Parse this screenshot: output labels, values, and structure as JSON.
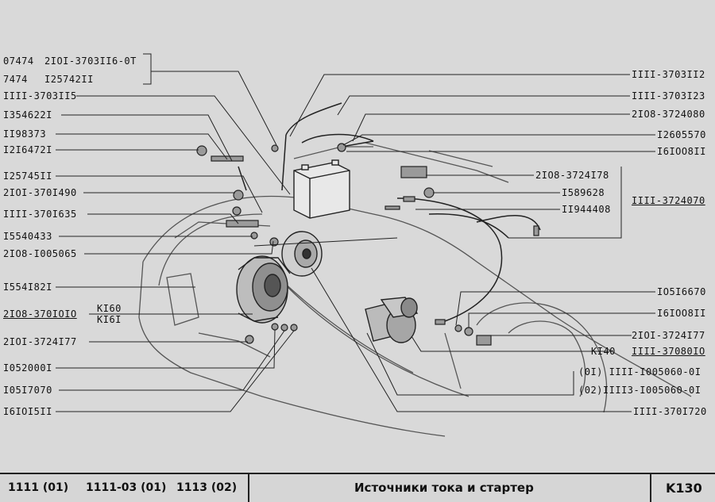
{
  "labels_left": {
    "l07474a": "07474",
    "l2101_370311": "2IOI-3703II6-0T",
    "l7474": "7474",
    "l125742": "I25742II",
    "l1111_3703115": "IIII-3703II5",
    "l1354622": "I354622I",
    "l1119837": "II98373",
    "l1216472": "I2I6472I",
    "l1257451": "I25745II",
    "l2101_370149": "2IOI-370I490",
    "l1111_370163": "IIII-370I635",
    "l1554043": "I5540433",
    "l2108_100506": "2IO8-I005065",
    "l1554182": "I554I82I",
    "l2108_370101": "2IO8-370IOIO",
    "lk160": "KI60",
    "lk161": "KI6I",
    "l2101_372417": "2IOI-3724I77",
    "l1052000": "I052000I",
    "l1051707": "I05I7070",
    "l1610151": "I6IOI5II"
  },
  "labels_right": {
    "r1111_370311": "IIII-3703II2",
    "r1111_370312": "IIII-3703I23",
    "r2108_372408": "2IO8-3724080",
    "r1260557": "I2605570",
    "r1610081a": "I6IOO8II",
    "r2108_372417": "2IO8-3724I78",
    "r1589621": "I589628",
    "r1194440": "II944408",
    "r1111_372407": "IIII-3724070",
    "r1051667": "IO5I6670",
    "r1610081b": "I6IOO8II",
    "r2101_372417": "2IOI-3724I77",
    "rk140": "KI40",
    "r1111_370801": "IIII-37080IO",
    "r01": "(0I) IIII-I005060-0I",
    "r02": "(02)IIII3-I005060-0I",
    "r1111_370172": "IIII-370I720"
  },
  "footer": {
    "models_1": "1111 (01)",
    "models_2": "1111-03 (01)",
    "models_3": "1113 (02)",
    "title": "Источники тока и стартер",
    "code": "K130"
  },
  "colors": {
    "background": "#d9d9d9",
    "ink": "#111111"
  }
}
